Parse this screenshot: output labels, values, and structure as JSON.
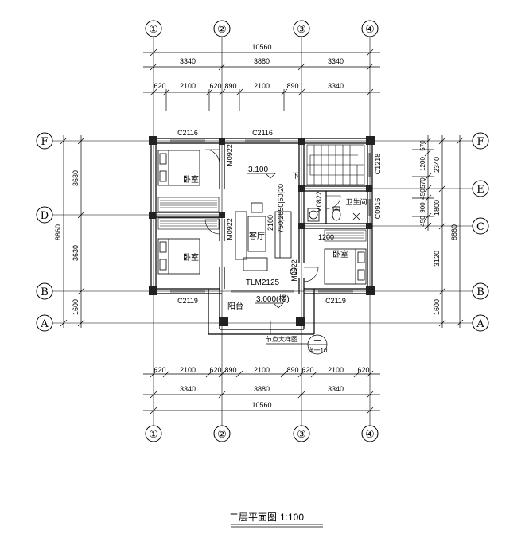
{
  "axes": {
    "vertical": [
      "①",
      "②",
      "③",
      "④"
    ],
    "horizontal": {
      "F": "F",
      "E": "E",
      "D": "D",
      "C": "C",
      "B": "B",
      "A": "A"
    }
  },
  "dims_top": {
    "overall": "10560",
    "bays": [
      "3340",
      "3880",
      "3340"
    ],
    "openings": [
      "620",
      "2100",
      "620",
      "890",
      "2100",
      "890",
      "3340"
    ]
  },
  "dims_bottom": {
    "openings": [
      "620",
      "2100",
      "620",
      "890",
      "2100",
      "890",
      "620",
      "2100",
      "620"
    ],
    "bays": [
      "3340",
      "3880",
      "3340"
    ],
    "overall": "10560"
  },
  "dims_left": {
    "outer": "8860",
    "inner": [
      "3630",
      "3630",
      "1600"
    ]
  },
  "dims_right": {
    "outer": "8860",
    "middle": [
      "2340",
      "1800",
      "3120",
      "1600"
    ],
    "inner": [
      "570",
      "1200",
      "570",
      "450",
      "900",
      "450"
    ]
  },
  "windows": {
    "c2116_left": "C2116",
    "c2116_mid": "C2116",
    "c2119_left": "C2119",
    "c2119_right": "C2119",
    "c1218": "C1218",
    "c0916": "C0916",
    "tlm": "TLM2125"
  },
  "doors": {
    "m0922_a": "M0922",
    "m0922_b": "M0922",
    "m0922_c": "M0922",
    "m0822": "M0822"
  },
  "rooms": {
    "bedroom1": "卧室",
    "bedroom2": "卧室",
    "bedroom3": "卧室",
    "living": "客厅",
    "bath": "卫生间",
    "balcony": "阳台"
  },
  "levels": {
    "floor": "3.100",
    "balcony": "3.000(楼)"
  },
  "misc": {
    "stair_down": "下",
    "node_ref": "节点大样图二",
    "node_mark": "一",
    "node_sub": "详一10",
    "sofa_dim": "2100",
    "vert_dims": "750|2850|50|20",
    "bath_dim": "1200"
  },
  "title": {
    "text": "二层平面图",
    "scale": "1:100"
  }
}
